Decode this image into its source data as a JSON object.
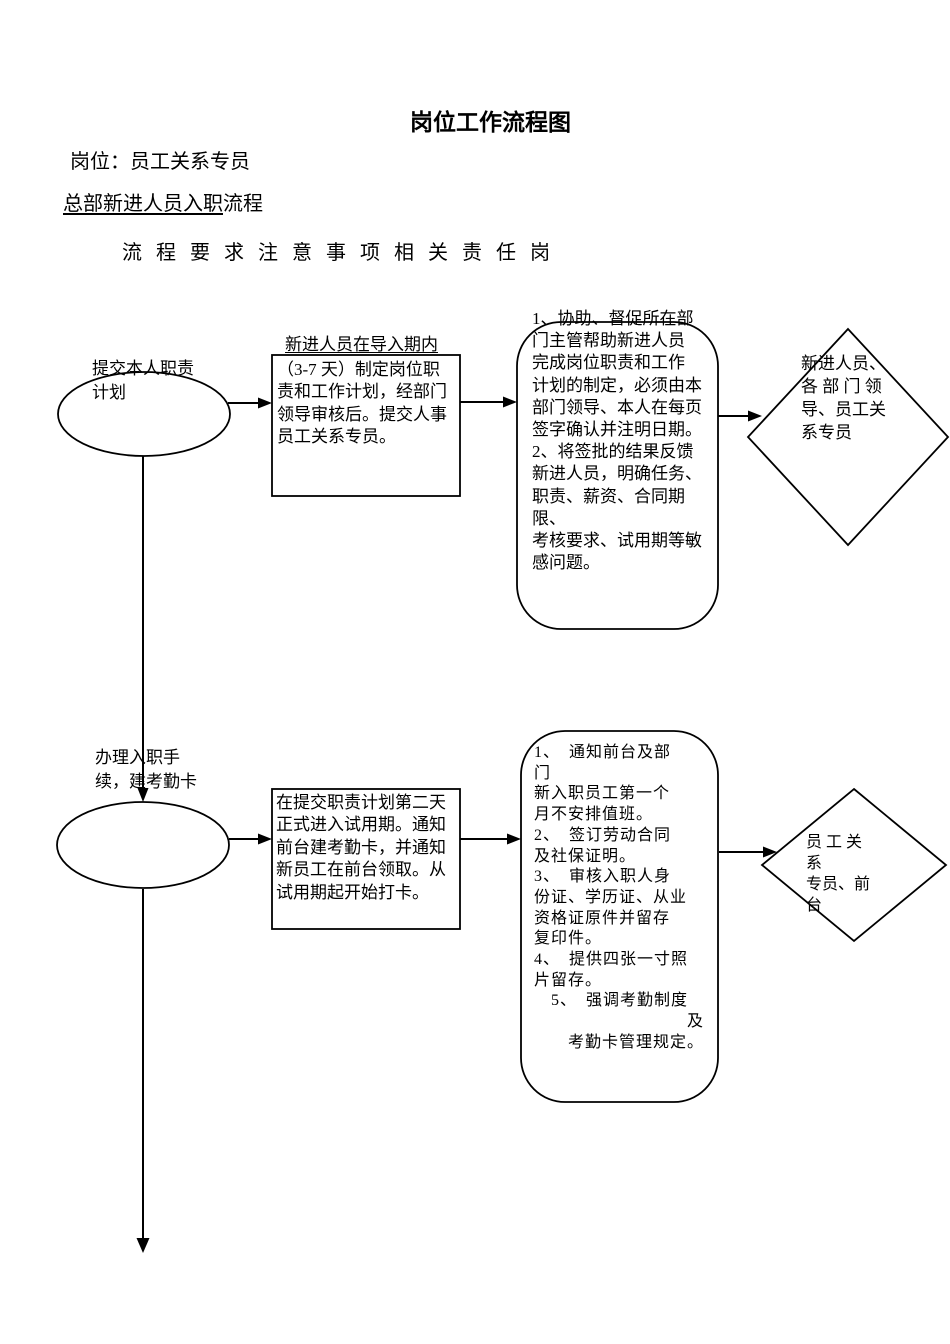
{
  "page": {
    "title": "岗位工作流程图",
    "position_label": "岗位：员工关系专员",
    "subtitle_underlined": "总部新进人员入职",
    "subtitle_rest": "流程",
    "columns_header": "流程要求注意事项相关责任岗"
  },
  "flow": {
    "row1": {
      "start_label": "提交本人职责\n计划",
      "process_heading": "新进人员在导入期内",
      "process_text": "（3-7 天）制定岗位职\n责和工作计划，经部门\n领导审核后。提交人事\n员工关系专员。",
      "notes_text": "1、协助、督促所在部\n门主管帮助新进人员\n完成岗位职责和工作\n计划的制定，必须由本\n部门领导、本人在每页\n签字确认并注明日期。\n2、将签批的结果反馈\n新进人员，明确任务、\n职责、薪资、合同期限、\n考核要求、试用期等敏\n感问题。",
      "responsible_text": "新进人员、\n各 部 门 领\n导、员工关\n系专员"
    },
    "row2": {
      "start_label": "办理入职手\n续，建考勤卡",
      "process_text": "在提交职责计划第二天\n正式进入试用期。通知\n前台建考勤卡，并通知\n新员工在前台领取。从\n试用期起开始打卡。",
      "notes_text": "1、　通知前台及部\n门\n新入职员工第一个\n月不安排值班。\n2、　签订劳动合同\n及社保证明。\n3、　审核入职人身\n份证、学历证、从业\n资格证原件并留存\n复印件。\n4、　提供四张一寸照\n片留存。\n　5、　强调考勤制度\n　　　　　　　　　及\n　　考勤卡管理规定。",
      "responsible_text": "员 工 关\n系\n专员、前\n台"
    }
  }
}
